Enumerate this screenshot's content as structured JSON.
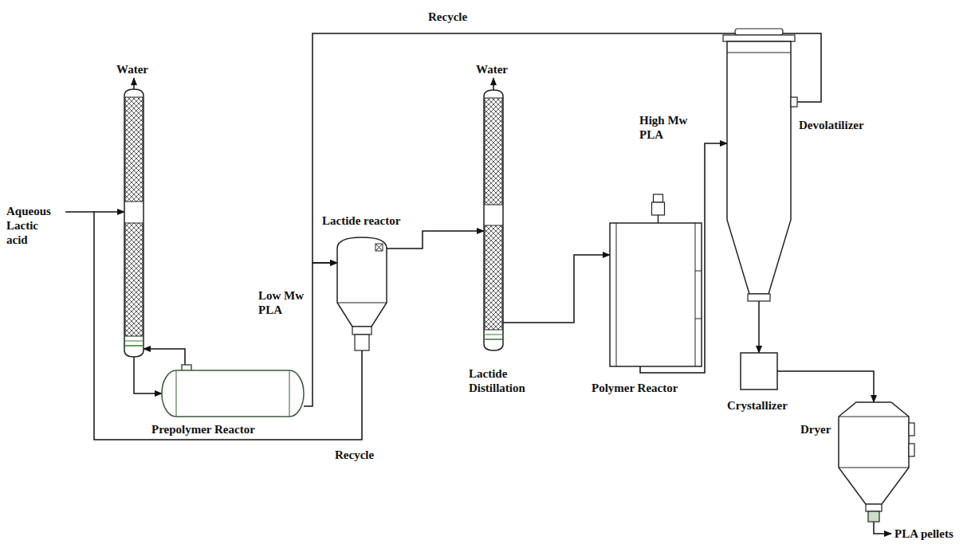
{
  "diagram": {
    "nodes": [
      {
        "text": [
          "Water"
        ]
      },
      {
        "text": [
          "Prepolymer Reactor"
        ]
      },
      {
        "text": [
          "Lactide reactor"
        ]
      },
      {
        "text": [
          "Water",
          "Lactide Distillation"
        ]
      },
      {
        "text": [
          "Polymer Reactor"
        ]
      },
      {
        "text": [
          "Devolatilizer"
        ]
      },
      {
        "text": [
          "Crystallizer"
        ]
      },
      {
        "text": [
          "Dryer"
        ]
      }
    ],
    "edges": [
      {
        "from": 0,
        "to": 1,
        "arrow": "to"
      },
      {
        "from": 1,
        "to": 0,
        "arrow": "to"
      },
      {
        "from": 1,
        "to": 2,
        "label": "Low Mw PLA",
        "arrow": "to"
      },
      {
        "from": 2,
        "to": 0,
        "label": "Recycle",
        "arrow": "to"
      },
      {
        "from": 2,
        "to": 3,
        "arrow": "to"
      },
      {
        "from": 3,
        "to": 4,
        "arrow": "to"
      },
      {
        "from": 4,
        "to": 5,
        "label": "High Mw PLA",
        "arrow": "to"
      },
      {
        "from": 5,
        "to": 2,
        "label": "Recycle",
        "arrow": "to"
      },
      {
        "from": 5,
        "to": 6,
        "arrow": "to"
      },
      {
        "from": 6,
        "to": 7,
        "arrow": "to"
      }
    ],
    "labels": [
      "Aqueous Lactic acid",
      "PLA pellets"
    ]
  }
}
